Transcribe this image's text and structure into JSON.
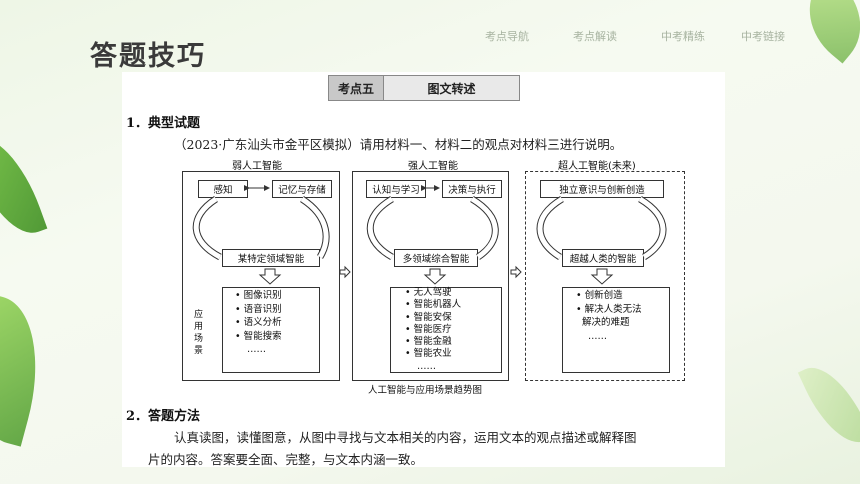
{
  "page": {
    "title": "答题技巧"
  },
  "nav": [
    "考点导航",
    "考点解读",
    "中考精练",
    "中考链接"
  ],
  "panel": {
    "header": {
      "tag": "考点五",
      "title": "图文转述"
    },
    "section1": {
      "heading": "1．典型试题",
      "question": "（2023·广东汕头市金平区模拟）请用材料一、材料二的观点对材料三进行说明。"
    },
    "diagram": {
      "columns": [
        {
          "title": "弱人工智能",
          "box_a": "感知",
          "box_b": "记忆与存储",
          "result": "某特定领域智能",
          "apps": [
            "• 图像识别",
            "• 语音识别",
            "• 语义分析",
            "• 智能搜索",
            "……"
          ]
        },
        {
          "title": "强人工智能",
          "box_a": "认知与学习",
          "box_b": "决策与执行",
          "result": "多领域综合智能",
          "apps": [
            "• 无人驾驶",
            "• 智能机器人",
            "• 智能安保",
            "• 智能医疗",
            "• 智能金融",
            "• 智能农业",
            "……"
          ]
        },
        {
          "title": "超人工智能(未来)",
          "box_a": "独立意识与创新创造",
          "result": "超越人类的智能",
          "apps": [
            "• 创新创造",
            "• 解决人类无法",
            "  解决的难题",
            "……"
          ]
        }
      ],
      "app_label": "应用场景",
      "caption": "人工智能与应用场景趋势图"
    },
    "section2": {
      "heading": "2．答题方法",
      "line1": "认真读图，读懂图意，从图中寻找与文本相关的内容，运用文本的观点描述或解释图",
      "line2": "片的内容。答案要全面、完整，与文本内涵一致。"
    }
  }
}
